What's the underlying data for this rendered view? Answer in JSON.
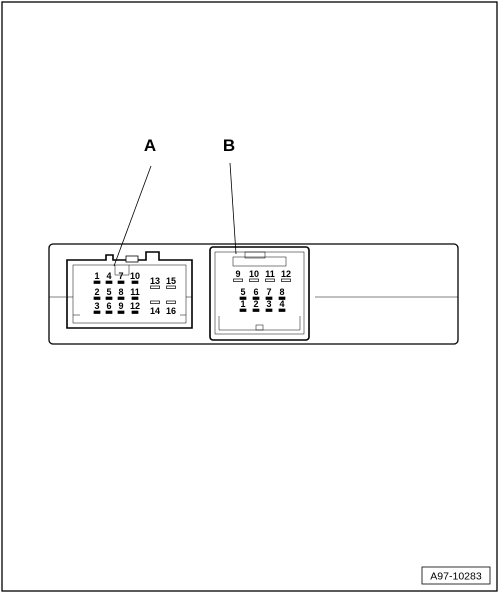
{
  "figure": {
    "reference": "A97-10283"
  },
  "callouts": {
    "a": "A",
    "b": "B"
  },
  "connector_a": {
    "pins": [
      "1",
      "2",
      "3",
      "4",
      "5",
      "6",
      "7",
      "8",
      "9",
      "10",
      "11",
      "12",
      "13",
      "14",
      "15",
      "16"
    ]
  },
  "connector_b": {
    "pins": [
      "1",
      "2",
      "3",
      "4",
      "5",
      "6",
      "7",
      "8",
      "9",
      "10",
      "11",
      "12"
    ]
  }
}
